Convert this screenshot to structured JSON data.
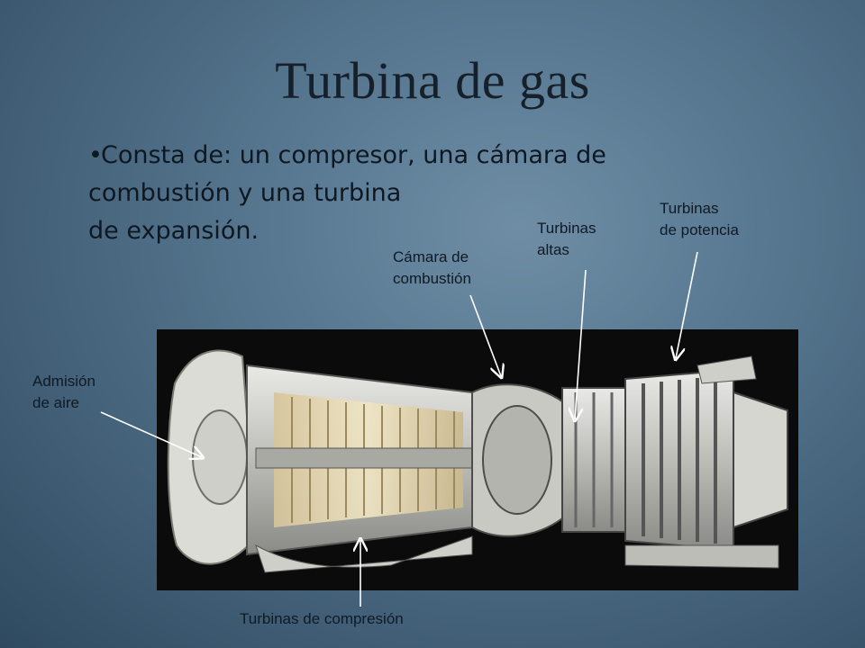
{
  "slide": {
    "title": "Turbina de gas",
    "bullet": {
      "marker": "•",
      "line1": "Consta de: un compresor, una cámara de",
      "line2": "combustión y una turbina",
      "line3": "de expansión."
    }
  },
  "diagram": {
    "labels": {
      "admision": "Admisión\nde aire",
      "camara": "Cámara de\ncombustión",
      "altas": "Turbinas\naltas",
      "potencia": "Turbinas\nde potencia",
      "compresion": "Turbinas de compresión"
    }
  }
}
